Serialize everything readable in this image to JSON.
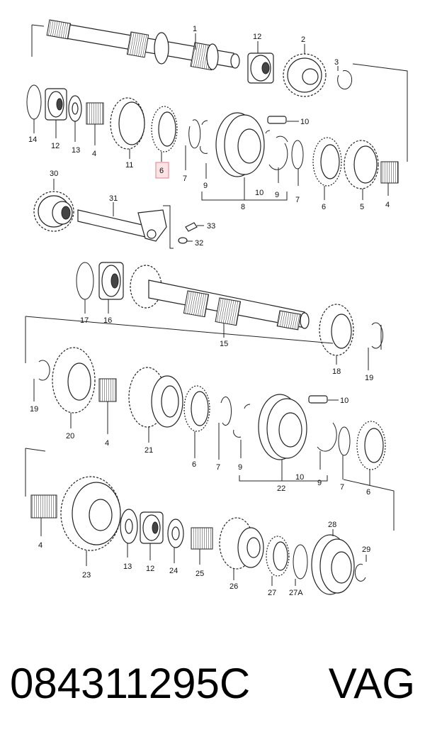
{
  "diagram": {
    "callouts": {
      "c1": "1",
      "c12a": "12",
      "c2": "2",
      "c3": "3",
      "c14": "14",
      "c12b": "12",
      "c13a": "13",
      "c4a": "4",
      "c11": "11",
      "c6a": "6",
      "c7a": "7",
      "c10a": "10",
      "c9a": "9",
      "c8": "8",
      "c10b": "10",
      "c9b": "9",
      "c7b": "7",
      "c6b": "6",
      "c5": "5",
      "c4b": "4",
      "c30": "30",
      "c31": "31",
      "c33": "33",
      "c32": "32",
      "c17": "17",
      "c16": "16",
      "c15": "15",
      "c18": "18",
      "c19a": "19",
      "c19b": "19",
      "c20": "20",
      "c4c": "4",
      "c21": "21",
      "c6c": "6",
      "c7c": "7",
      "c10c": "10",
      "c9c": "9",
      "c10d": "10",
      "c22": "22",
      "c9d": "9",
      "c7d": "7",
      "c6d": "6",
      "c28": "28",
      "c4d": "4",
      "c23": "23",
      "c13b": "13",
      "c12c": "12",
      "c24": "24",
      "c25": "25",
      "c26": "26",
      "c27": "27",
      "c27a": "27A",
      "c29": "29"
    },
    "highlighted_part": "6"
  },
  "footer": {
    "part_number": "084311295C",
    "brand": "VAG"
  },
  "colors": {
    "highlight_fill": "#fbe3e6",
    "highlight_stroke": "#e57d8c",
    "line": "#222222"
  }
}
